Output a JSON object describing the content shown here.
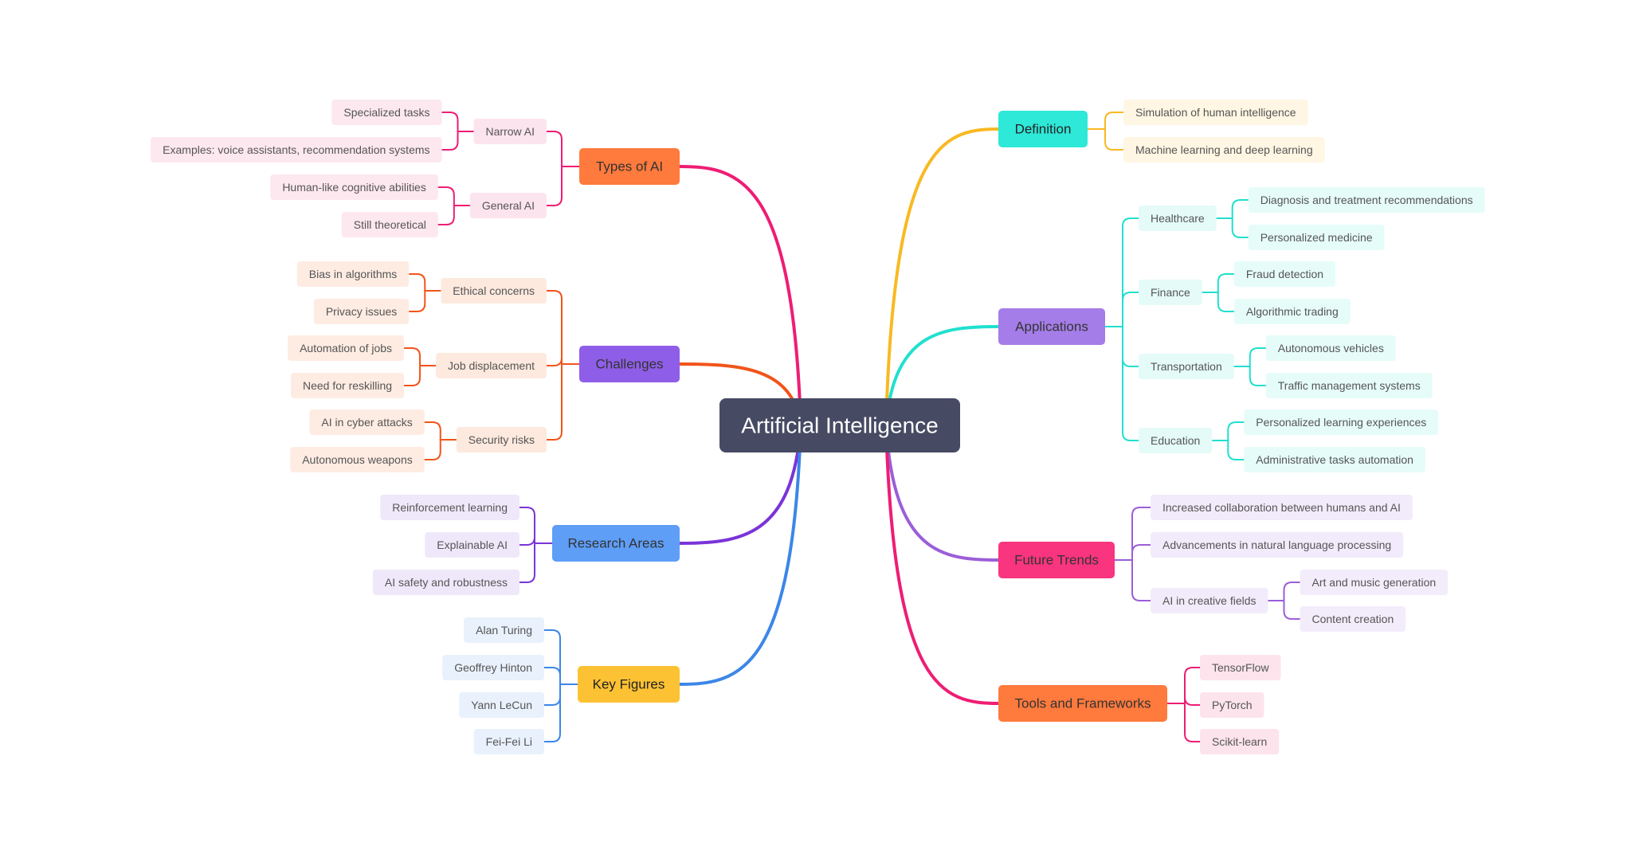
{
  "root": {
    "label": "Artificial Intelligence",
    "color": "#474a63"
  },
  "branches": [
    {
      "key": "types",
      "label": "Types of AI",
      "color": "#ff7a3d",
      "edge": "#ee1d74",
      "sub": "#fce4ee",
      "leafbg": "#fde8ef",
      "children": [
        {
          "label": "Narrow AI",
          "children": [
            "Specialized tasks",
            "Examples: voice assistants, recommendation systems"
          ]
        },
        {
          "label": "General AI",
          "children": [
            "Human-like cognitive abilities",
            "Still theoretical"
          ]
        }
      ]
    },
    {
      "key": "challenges",
      "label": "Challenges",
      "color": "#8f5ee8",
      "edge": "#f2541b",
      "sub": "#fde9de",
      "leafbg": "#feece3",
      "children": [
        {
          "label": "Ethical concerns",
          "children": [
            "Bias in algorithms",
            "Privacy issues"
          ]
        },
        {
          "label": "Job displacement",
          "children": [
            "Automation of jobs",
            "Need for reskilling"
          ]
        },
        {
          "label": "Security risks",
          "children": [
            "AI in cyber attacks",
            "Autonomous weapons"
          ]
        }
      ]
    },
    {
      "key": "research",
      "label": "Research Areas",
      "color": "#5e9ef7",
      "edge": "#7a34d8",
      "sub": "#efe8fa",
      "leafbg": "#f1ebfb",
      "children": [
        {
          "label": "Reinforcement learning",
          "children": []
        },
        {
          "label": "Explainable AI",
          "children": []
        },
        {
          "label": "AI safety and robustness",
          "children": []
        }
      ]
    },
    {
      "key": "figures",
      "label": "Key Figures",
      "color": "#fcc233",
      "edge": "#3c86e8",
      "sub": "#e9f1fc",
      "leafbg": "#ecf3fd",
      "children": [
        {
          "label": "Alan Turing",
          "children": []
        },
        {
          "label": "Geoffrey Hinton",
          "children": []
        },
        {
          "label": "Yann LeCun",
          "children": []
        },
        {
          "label": "Fei-Fei Li",
          "children": []
        }
      ]
    },
    {
      "key": "definition",
      "label": "Definition",
      "color": "#2ee8d8",
      "edge": "#f9b923",
      "sub": "#fff6e3",
      "leafbg": "#fff6e3",
      "children": [
        {
          "label": "Simulation of human intelligence",
          "children": []
        },
        {
          "label": "Machine learning and deep learning",
          "children": []
        }
      ]
    },
    {
      "key": "applications",
      "label": "Applications",
      "color": "#a57de8",
      "edge": "#20e0cf",
      "sub": "#e4fbf8",
      "leafbg": "#e6fcf9",
      "children": [
        {
          "label": "Healthcare",
          "children": [
            "Diagnosis and treatment recommendations",
            "Personalized medicine"
          ]
        },
        {
          "label": "Finance",
          "children": [
            "Fraud detection",
            "Algorithmic trading"
          ]
        },
        {
          "label": "Transportation",
          "children": [
            "Autonomous vehicles",
            "Traffic management systems"
          ]
        },
        {
          "label": "Education",
          "children": [
            "Personalized learning experiences",
            "Administrative tasks automation"
          ]
        }
      ]
    },
    {
      "key": "future",
      "label": "Future Trends",
      "color": "#f8357e",
      "edge": "#9b5ed8",
      "sub": "#f2ebfb",
      "leafbg": "#f3ecfb",
      "children": [
        {
          "label": "Increased collaboration between humans and AI",
          "children": []
        },
        {
          "label": "Advancements in natural language processing",
          "children": []
        },
        {
          "label": "AI in creative fields",
          "children": [
            "Art and music generation",
            "Content creation"
          ]
        }
      ]
    },
    {
      "key": "tools",
      "label": "Tools and Frameworks",
      "color": "#ff7a3d",
      "edge": "#ee1d74",
      "sub": "#fde4ec",
      "leafbg": "#fde6ee",
      "children": [
        {
          "label": "TensorFlow",
          "children": []
        },
        {
          "label": "PyTorch",
          "children": []
        },
        {
          "label": "Scikit-learn",
          "children": []
        }
      ]
    }
  ]
}
